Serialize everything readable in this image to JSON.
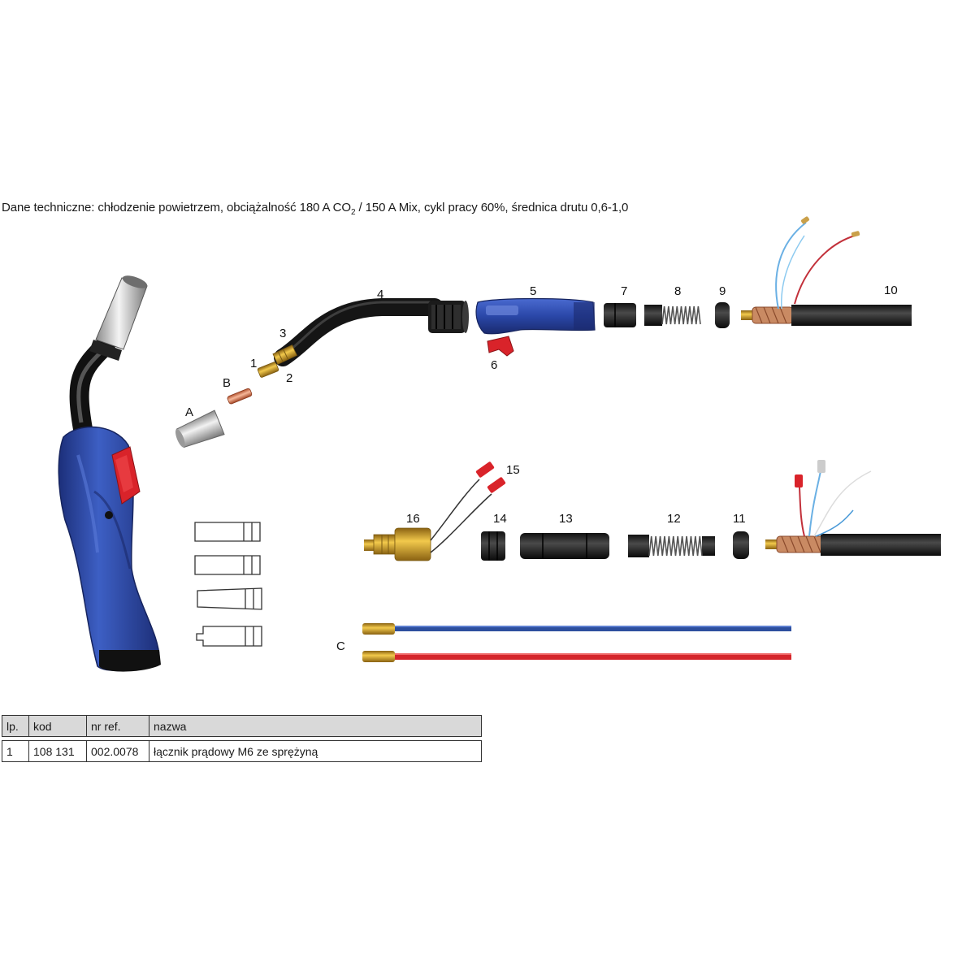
{
  "tech": {
    "text_before": "Dane techniczne: chłodzenie powietrzem, obciążalność 180 A CO",
    "sub": "2",
    "text_after": " / 150 A Mix, cykl pracy 60%, średnica drutu 0,6-1,0"
  },
  "labels": {
    "A": "A",
    "B": "B",
    "C": "C",
    "n1": "1",
    "n2": "2",
    "n3": "3",
    "n4": "4",
    "n5": "5",
    "n6": "6",
    "n7": "7",
    "n8": "8",
    "n9": "9",
    "n10": "10",
    "n11": "11",
    "n12": "12",
    "n13": "13",
    "n14": "14",
    "n15": "15",
    "n16": "16"
  },
  "colors": {
    "handle_blue": "#2a47a8",
    "trigger_red": "#d9232a",
    "brass": "#c89a2c",
    "liner_blue": "#2d4f9e",
    "liner_red": "#d5262b"
  },
  "table": {
    "headers": [
      "lp.",
      "kod",
      "nr ref.",
      "nazwa"
    ],
    "rows": [
      [
        "1",
        "108 131",
        "002.0078",
        "łącznik prądowy M6 ze sprężyną"
      ]
    ]
  }
}
